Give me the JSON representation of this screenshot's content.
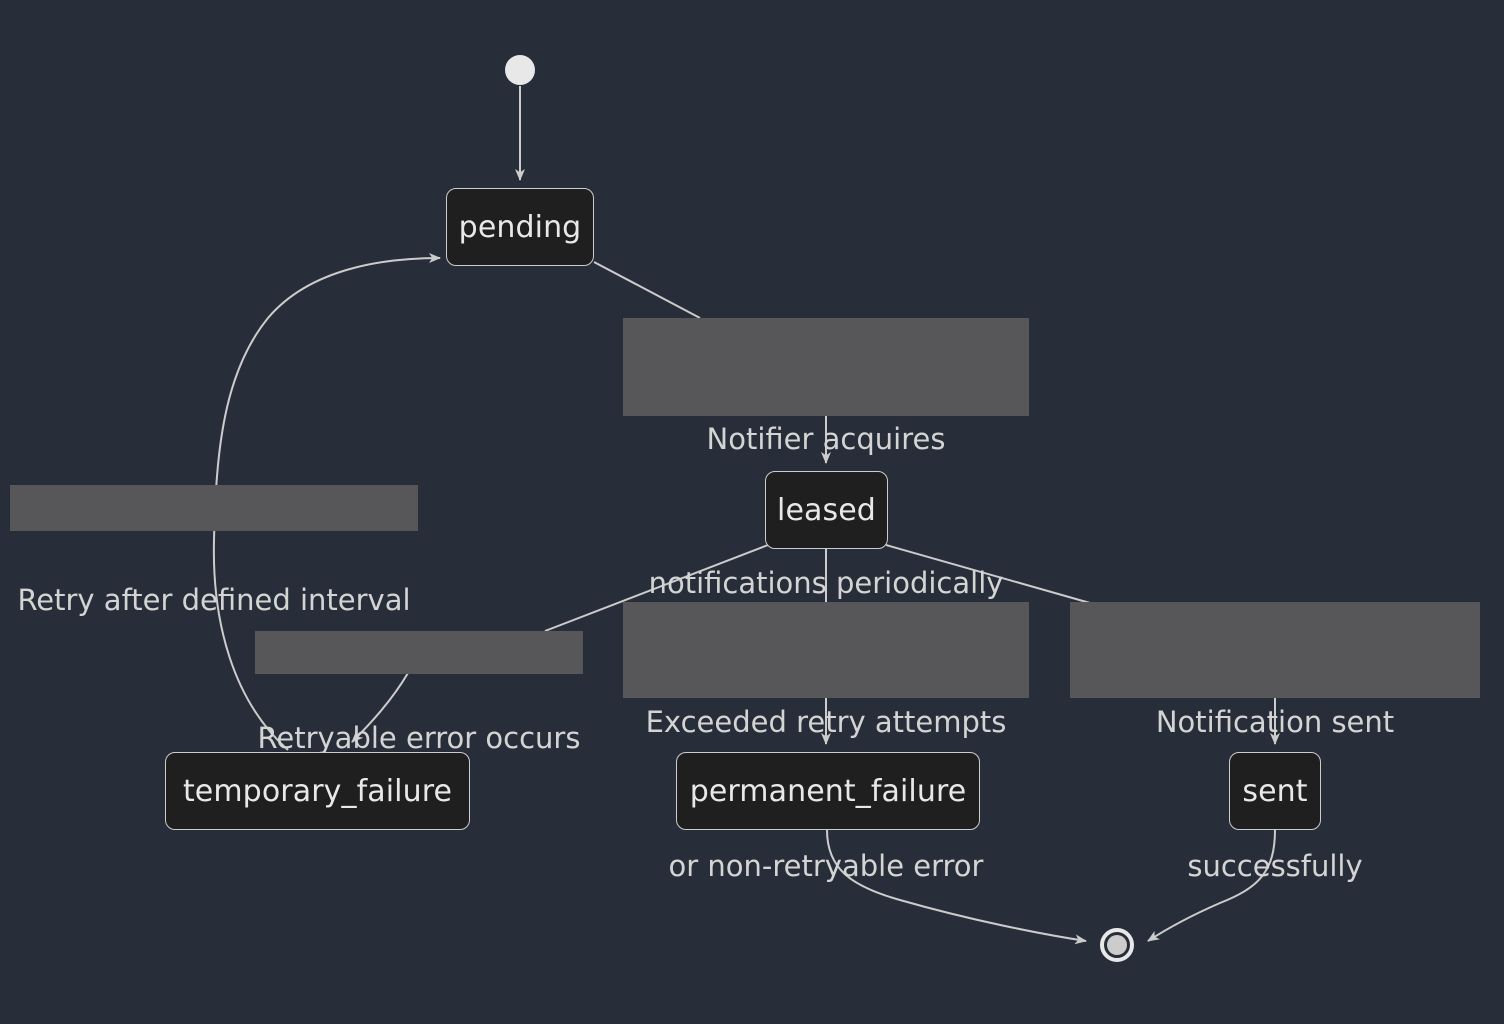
{
  "diagram": {
    "type": "state-machine",
    "title": "Notification delivery state machine",
    "background_color": "#282e39",
    "node_fill_color": "#1f1f1f",
    "node_border_color": "#cccccc",
    "label_background_color": "#57575a",
    "text_color": "#e8e8e8",
    "edge_color": "#cccccc"
  },
  "nodes": {
    "start": {
      "kind": "start",
      "label": ""
    },
    "pending": {
      "kind": "state",
      "label": "pending"
    },
    "leased": {
      "kind": "state",
      "label": "leased"
    },
    "temporary_failure": {
      "kind": "state",
      "label": "temporary_failure"
    },
    "permanent_failure": {
      "kind": "state",
      "label": "permanent_failure"
    },
    "sent": {
      "kind": "state",
      "label": "sent"
    },
    "end": {
      "kind": "end",
      "label": ""
    }
  },
  "edges": [
    {
      "from": "start",
      "to": "pending",
      "label": ""
    },
    {
      "from": "pending",
      "to": "leased",
      "label": "Notifier acquires\nnotifications periodically"
    },
    {
      "from": "leased",
      "to": "temporary_failure",
      "label": "Retryable error occurs"
    },
    {
      "from": "leased",
      "to": "permanent_failure",
      "label": "Exceeded retry attempts\nor non-retryable error"
    },
    {
      "from": "leased",
      "to": "sent",
      "label": "Notification sent\nsuccessfully"
    },
    {
      "from": "temporary_failure",
      "to": "pending",
      "label": "Retry after defined interval"
    },
    {
      "from": "permanent_failure",
      "to": "end",
      "label": ""
    },
    {
      "from": "sent",
      "to": "end",
      "label": ""
    }
  ],
  "labels": {
    "notifier_acquires_line1": "Notifier acquires",
    "notifier_acquires_line2": "notifications periodically",
    "retry_after_interval": "Retry after defined interval",
    "retryable_error": "Retryable error occurs",
    "exceeded_retry_line1": "Exceeded retry attempts",
    "exceeded_retry_line2": "or non-retryable error",
    "notification_sent_line1": "Notification sent",
    "notification_sent_line2": "successfully"
  }
}
